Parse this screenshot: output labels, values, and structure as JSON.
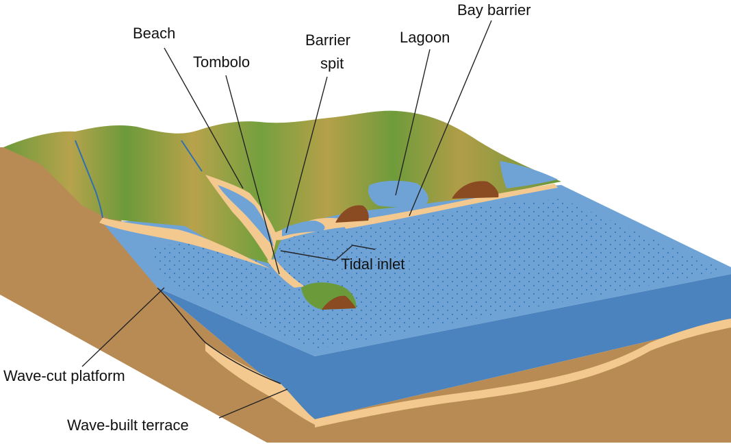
{
  "labels": {
    "beach": "Beach",
    "tombolo": "Tombolo",
    "barrier_spit_line1": "Barrier",
    "barrier_spit_line2": "spit",
    "lagoon": "Lagoon",
    "bay_barrier": "Bay barrier",
    "tidal_inlet": "Tidal inlet",
    "wave_cut_platform": "Wave-cut platform",
    "wave_built_terrace": "Wave-built terrace"
  },
  "colors": {
    "sea": "#6fa3d6",
    "sea_dark": "#4a83bd",
    "sand": "#f3c98f",
    "soil": "#b88b55",
    "soil_dark": "#9a6c3c",
    "hill_light": "#b7a04a",
    "hill_green": "#6a9a3a",
    "rock": "#8a4a22",
    "leader": "#222222"
  }
}
